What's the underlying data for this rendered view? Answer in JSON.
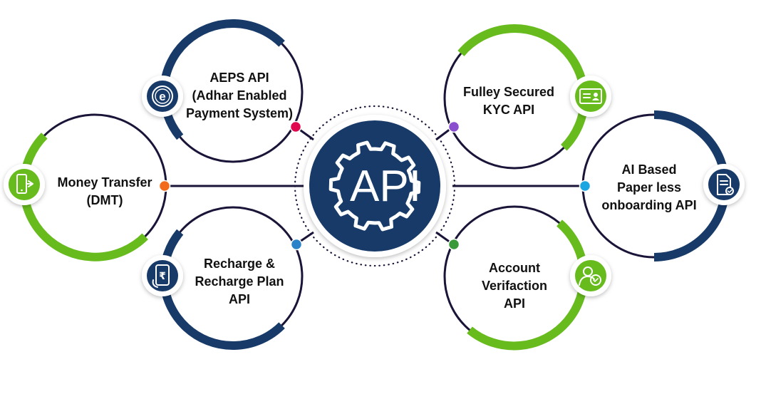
{
  "center": {
    "label": "API",
    "icon": "gear-icon"
  },
  "colors": {
    "navy": "#173a69",
    "green": "#67bb1d",
    "ring_thin": "#1a1538",
    "text": "#111111"
  },
  "nodes": [
    {
      "id": "aeps",
      "lines": [
        "AEPS API",
        "(Adhar Enabled",
        "Payment System)"
      ],
      "icon": "fingerprint-e-icon",
      "ring_color": "navy",
      "dot_color": "#e0094f"
    },
    {
      "id": "dmt",
      "lines": [
        "Money Transfer",
        "(DMT)"
      ],
      "icon": "mobile-transfer-icon",
      "ring_color": "green",
      "dot_color": "#f26a1b"
    },
    {
      "id": "recharge",
      "lines": [
        "Recharge &",
        "Recharge Plan",
        "API"
      ],
      "icon": "rupee-mobile-icon",
      "ring_color": "navy",
      "dot_color": "#2a82c8"
    },
    {
      "id": "kyc",
      "lines": [
        "Fulley Secured",
        "KYC API"
      ],
      "icon": "id-card-icon",
      "ring_color": "green",
      "dot_color": "#8a4fcf"
    },
    {
      "id": "ai",
      "lines": [
        "AI Based",
        "Paper less",
        "onboarding API"
      ],
      "icon": "document-check-icon",
      "ring_color": "navy",
      "dot_color": "#1aa6e0"
    },
    {
      "id": "account",
      "lines": [
        "Account",
        "Verifaction",
        "API"
      ],
      "icon": "user-verify-icon",
      "ring_color": "green",
      "dot_color": "#3a9a3a"
    }
  ]
}
